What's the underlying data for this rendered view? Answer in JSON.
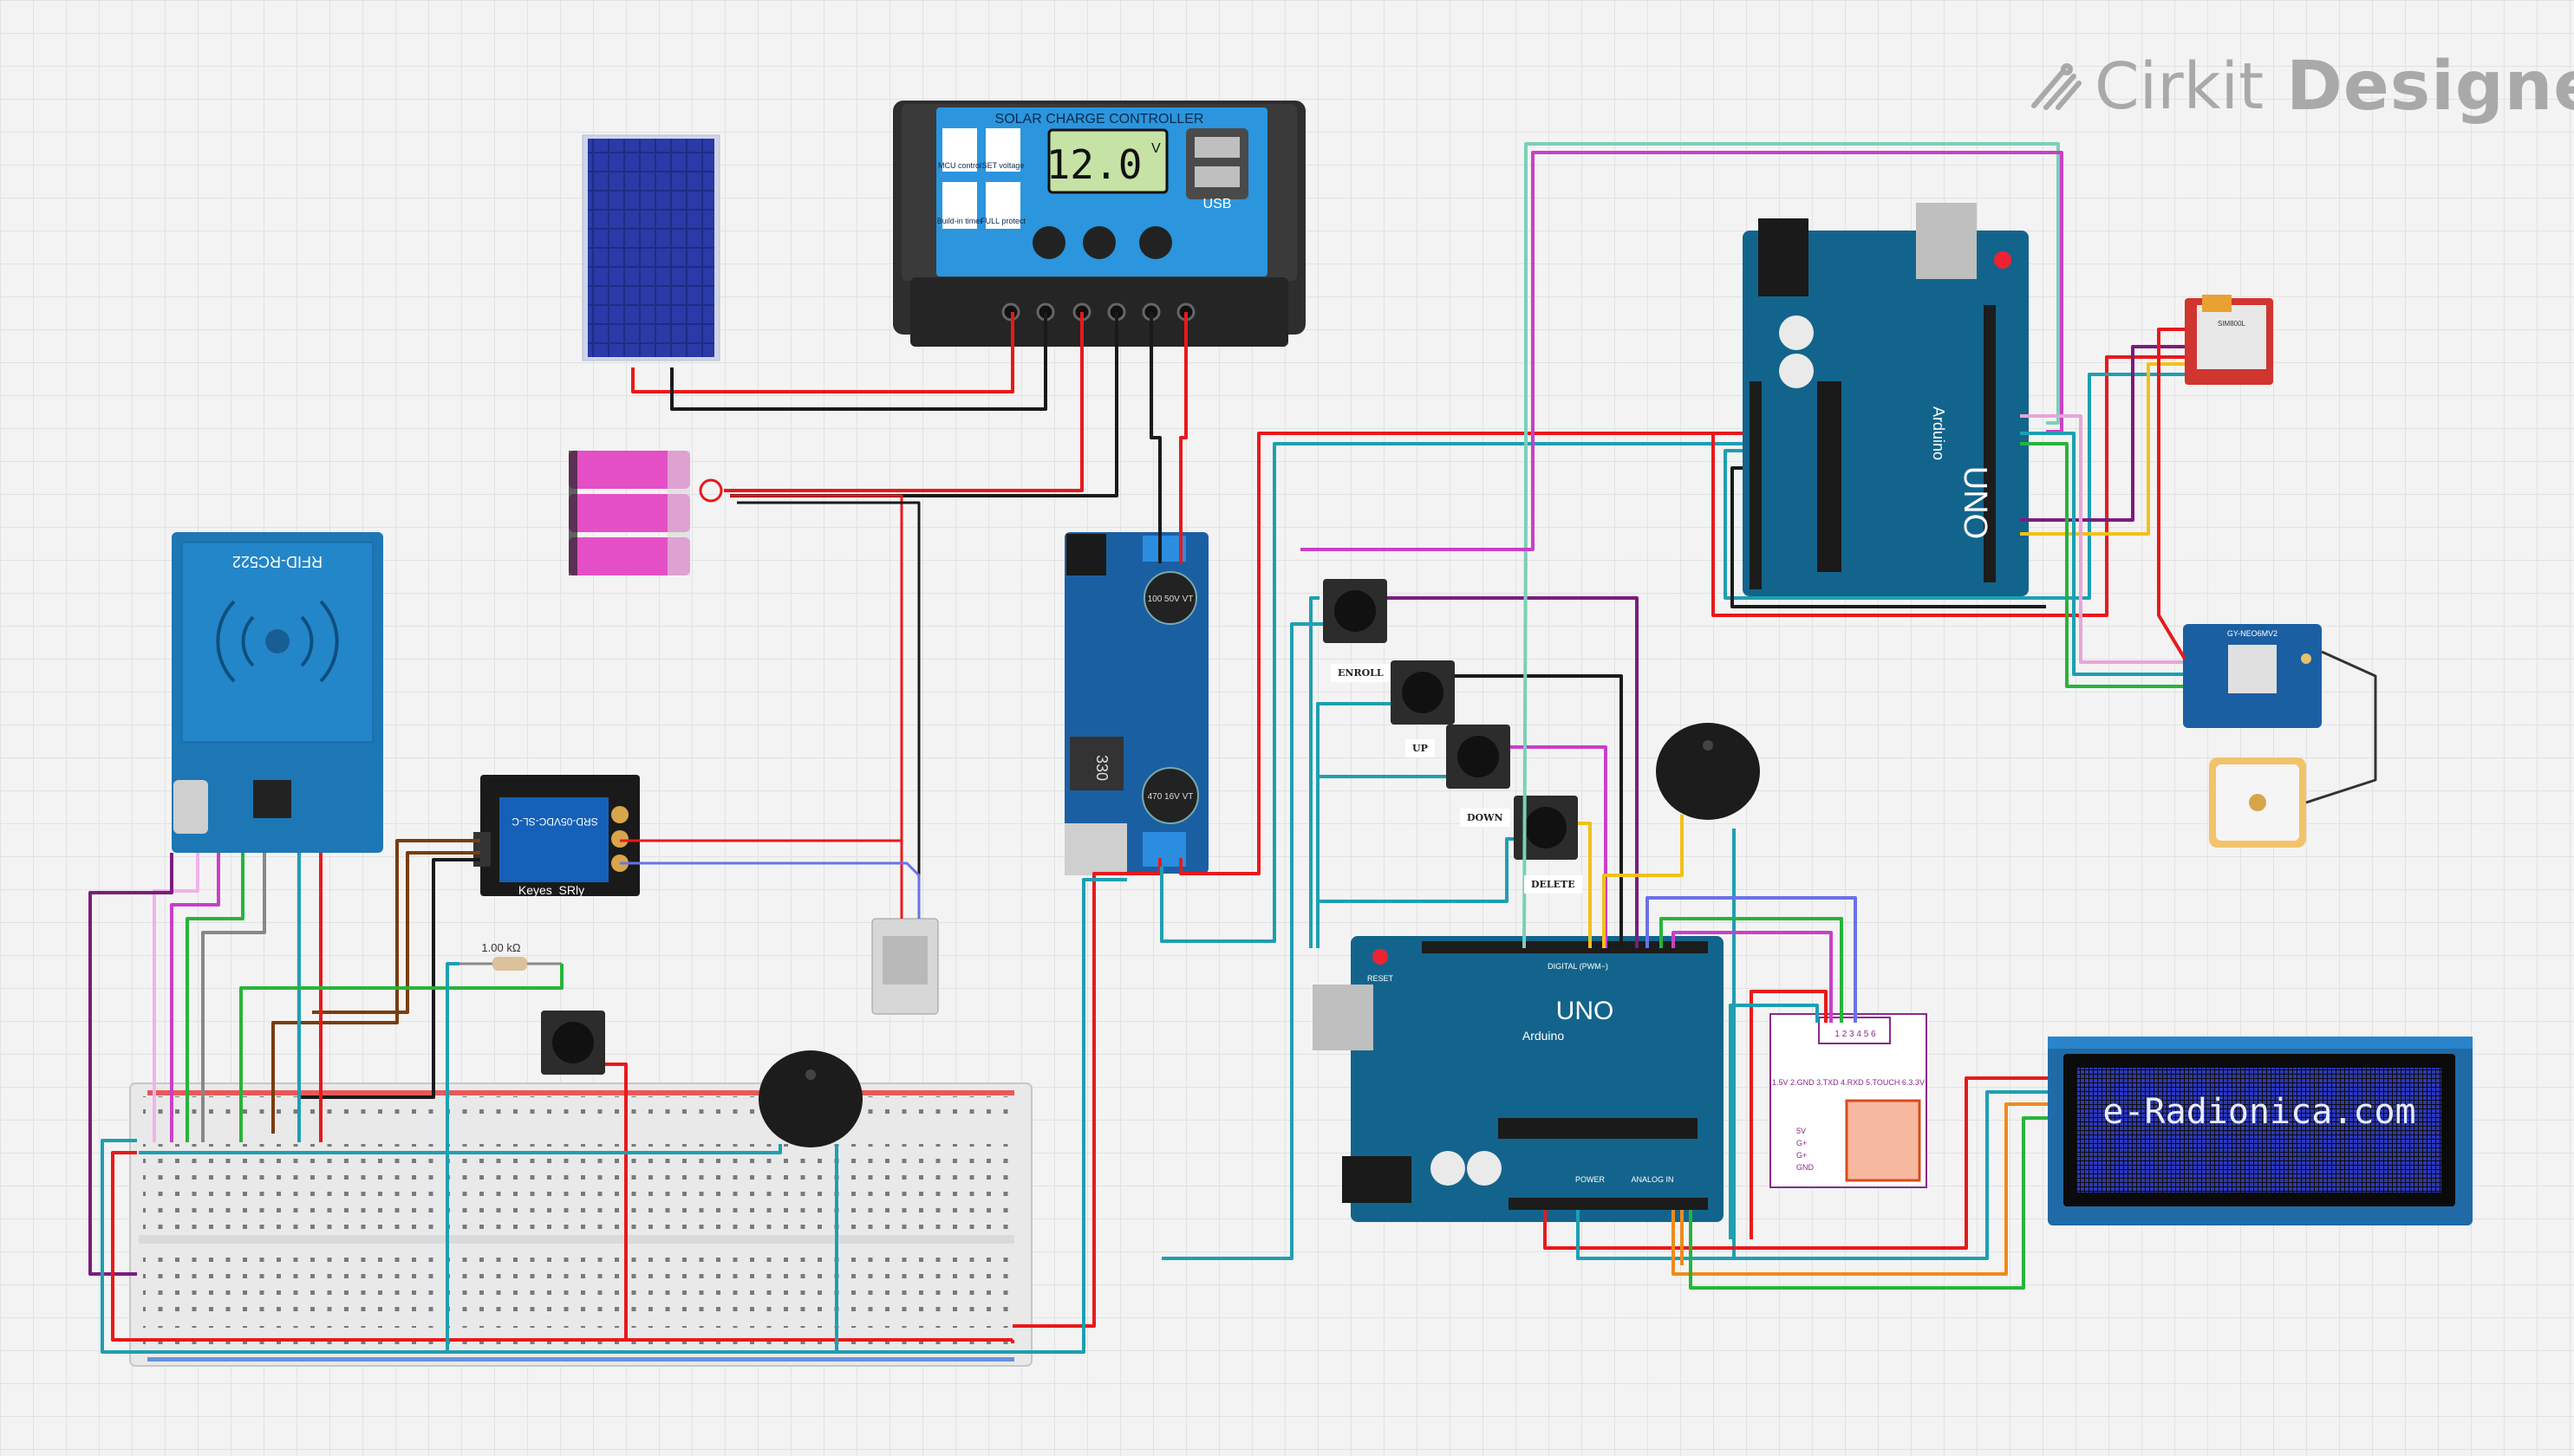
{
  "branding": {
    "brand_name": "Cirkit",
    "product_name": "Designer"
  },
  "components": {
    "charge_controller": {
      "title": "SOLAR CHARGE CONTROLLER",
      "display_value": "12.0",
      "display_unit": "V",
      "labels": [
        "MCU control",
        "SET voltage",
        "Build-in timer",
        "FULL protect"
      ],
      "usb_label": "USB"
    },
    "rfid": {
      "model": "RFID-RC522"
    },
    "relay": {
      "label": "Keyes_SRly",
      "print": "SRD-05VDC-SL-C"
    },
    "resistor": {
      "value": "1.00 kΩ"
    },
    "button_labels": {
      "enroll": "ENROLL",
      "up": "UP",
      "down": "DOWN",
      "delete": "DELETE"
    },
    "arduino_top": {
      "brand": "Arduino",
      "model": "UNO"
    },
    "arduino_bottom": {
      "brand": "Arduino",
      "model": "UNO",
      "reset": "RESET",
      "digital": "DIGITAL (PWM~)",
      "analog": "ANALOG IN",
      "power": "POWER"
    },
    "buck": {
      "cap1": "100 50V VT",
      "cap2": "470 16V VT",
      "inductor": "330"
    },
    "lcd": {
      "text": "e-Radionica.com"
    },
    "fingerprint": {
      "pins": "1.5V 2.GND 3.TXD 4.RXD 5.TOUCH 6.3.3V",
      "header": "1 2 3 4 5 6",
      "left_pins": [
        "5V",
        "G+",
        "G+",
        "GND"
      ]
    },
    "gsm": {
      "model": "SIM800L"
    },
    "gps": {
      "model": "GY-NEO6MV2"
    }
  },
  "colors": {
    "wire_red": "#e8191b",
    "wire_black": "#1a1a1a",
    "wire_teal": "#1e9fb2",
    "wire_green": "#27b43a",
    "wire_purple": "#7b1c7f",
    "wire_brown": "#7a3d0e",
    "wire_orange": "#f08a1c",
    "wire_magenta": "#c840c8",
    "wire_blue": "#6a72e8",
    "wire_yellow": "#f2c01a",
    "board_blue": "#13648c",
    "pcb_dark": "#0f5a7e"
  }
}
